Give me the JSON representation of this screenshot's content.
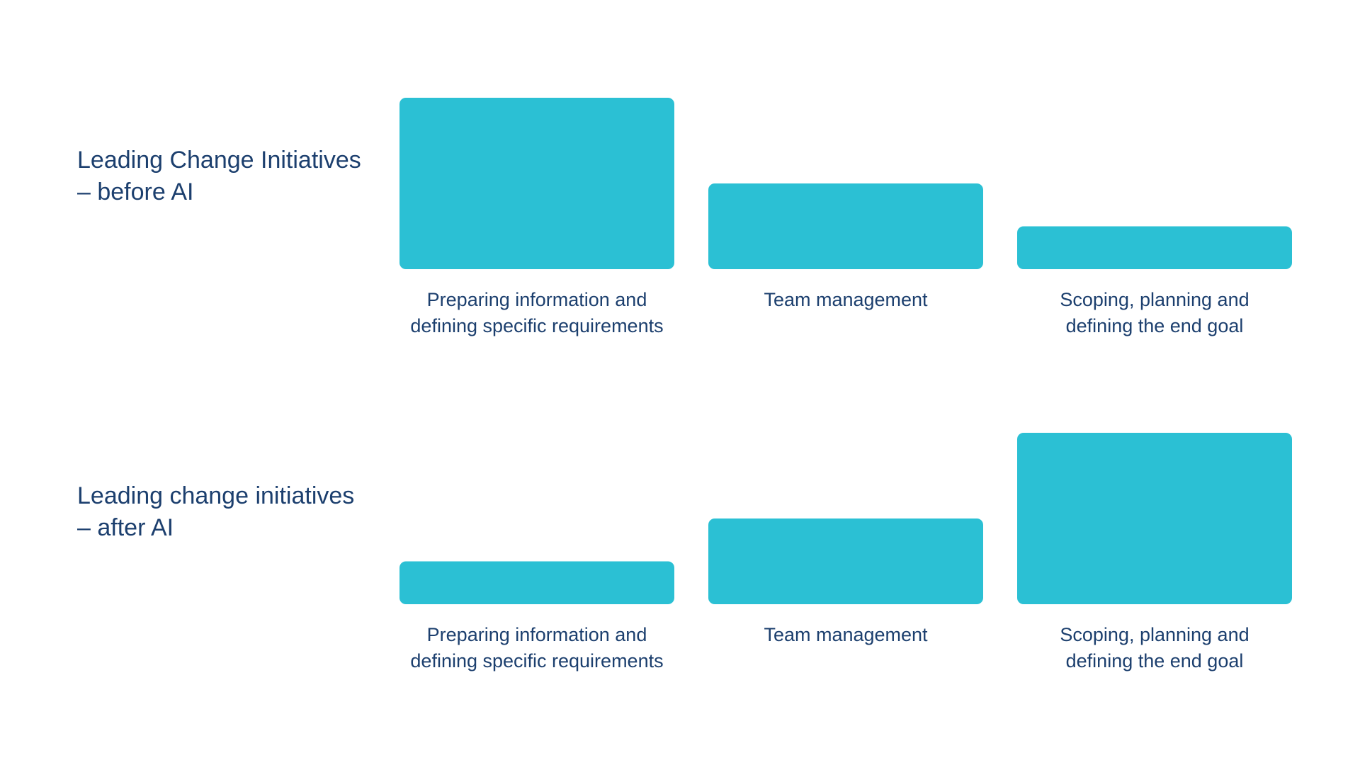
{
  "chart_data": [
    {
      "type": "bar",
      "title_lines": [
        "Leading Change Initiatives",
        "– before AI"
      ],
      "categories": [
        [
          "Preparing information and",
          "defining specific requirements"
        ],
        [
          "Team management"
        ],
        [
          "Scoping, planning and",
          "defining the end goal"
        ]
      ],
      "values": [
        4,
        2,
        1
      ],
      "ylim": [
        0,
        4
      ],
      "grid": false,
      "color": "#2bc0d4"
    },
    {
      "type": "bar",
      "title_lines": [
        "Leading change initiatives",
        "– after AI"
      ],
      "categories": [
        [
          "Preparing information and",
          "defining specific requirements"
        ],
        [
          "Team management"
        ],
        [
          "Scoping, planning and",
          "defining the end goal"
        ]
      ],
      "values": [
        1,
        2,
        4
      ],
      "ylim": [
        0,
        4
      ],
      "grid": false,
      "color": "#2bc0d4"
    }
  ],
  "colors": {
    "bar": "#2bc0d4",
    "text": "#1c3f6e",
    "background": "#ffffff"
  }
}
